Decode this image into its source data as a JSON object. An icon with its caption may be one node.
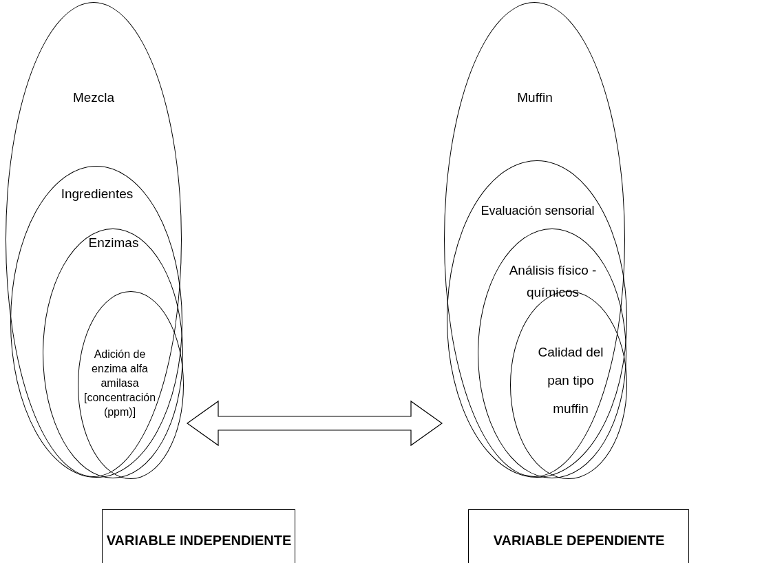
{
  "diagram": {
    "nodes": [
      {
        "text": [
          "Mezcla"
        ]
      },
      {
        "text": [
          "Ingredientes"
        ],
        "in": 0
      },
      {
        "text": [
          "Enzimas"
        ],
        "in": 1
      },
      {
        "text": [
          "Adición de enzima alfa amilasa [concentración (ppm)]"
        ],
        "in": 2
      },
      {
        "text": [
          "Muffin"
        ]
      },
      {
        "text": [
          "Evaluación sensorial"
        ],
        "in": 4
      },
      {
        "text": [
          "Análisis físico - químicos"
        ],
        "in": 5
      },
      {
        "text": [
          "Calidad del pan tipo muffin"
        ],
        "in": 6
      },
      {
        "text": [
          "VARIABLE INDEPENDIENTE"
        ]
      },
      {
        "text": [
          "VARIABLE DEPENDIENTE"
        ]
      }
    ],
    "edges": [
      {
        "from": 0,
        "to": 4,
        "arrow": "both"
      }
    ]
  }
}
